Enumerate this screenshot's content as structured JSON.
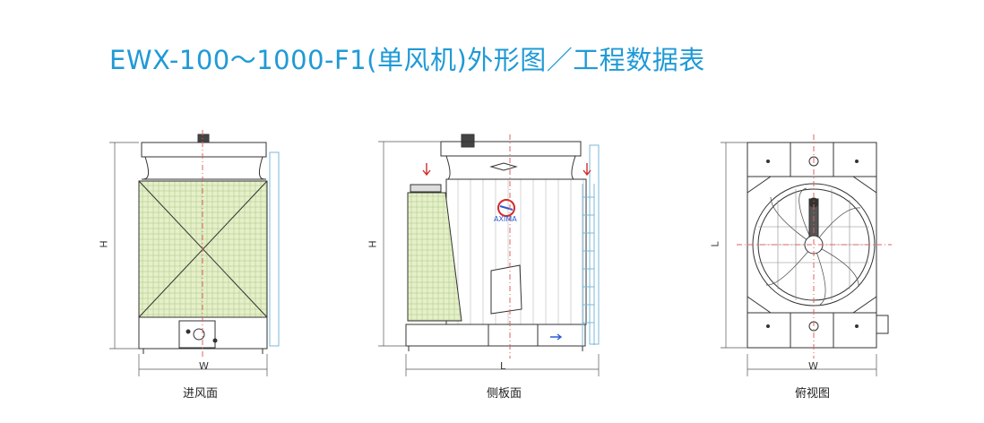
{
  "title": "EWX-100～1000-F1(单风机)外形图／工程数据表",
  "views": [
    {
      "caption": "进风面",
      "width_label": "W",
      "height_label": "H"
    },
    {
      "caption": "侧板面",
      "width_label": "L",
      "height_label": "H",
      "logo_text": "AXIMA"
    },
    {
      "caption": "俯视图",
      "width_label": "W",
      "height_label": "L"
    }
  ],
  "colors": {
    "title": "#1f9ad6",
    "line": "#333333",
    "fill_media": "#e5f0c8",
    "center_line": "#e06060",
    "arrow_red": "#d22b2b",
    "arrow_blue": "#2b5bd2"
  }
}
